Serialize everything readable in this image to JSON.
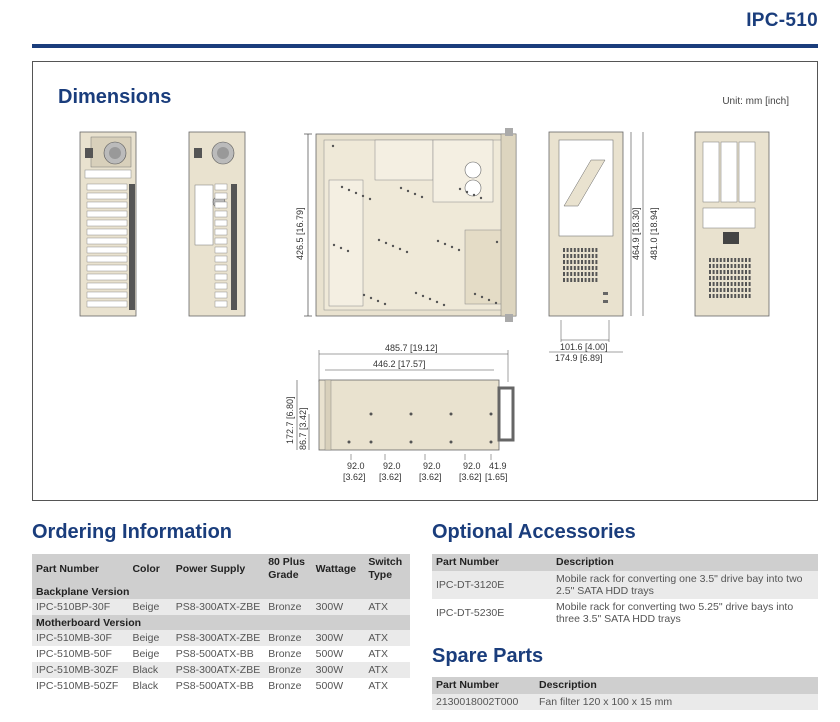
{
  "header": {
    "model": "IPC-510"
  },
  "dimensions": {
    "title": "Dimensions",
    "unit": "Unit: mm [inch]",
    "labels": {
      "height_side": "426.5 [16.79]",
      "total_width": "485.7 [19.12]",
      "inner_width": "446.2 [17.57]",
      "height_total": "172.7 [6.80]",
      "height_inner": "86.7 [3.42]",
      "h_front_1": "464.9 [18.30]",
      "h_front_2": "481.0 [18.94]",
      "w_front_1": "101.6 [4.00]",
      "w_front_2": "174.9 [6.89]",
      "spacing": [
        {
          "mm": "92.0",
          "in": "[3.62]"
        },
        {
          "mm": "92.0",
          "in": "[3.62]"
        },
        {
          "mm": "92.0",
          "in": "[3.62]"
        },
        {
          "mm": "92.0",
          "in": "[3.62]"
        },
        {
          "mm": "41.9",
          "in": "[1.65]"
        }
      ]
    }
  },
  "ordering": {
    "title": "Ordering Information",
    "headers": [
      "Part Number",
      "Color",
      "Power Supply",
      "80 Plus Grade",
      "Wattage",
      "Switch Type"
    ],
    "groups": [
      {
        "name": "Backplane Version",
        "rows": [
          [
            "IPC-510BP-30F",
            "Beige",
            "PS8-300ATX-ZBE",
            "Bronze",
            "300W",
            "ATX"
          ]
        ]
      },
      {
        "name": "Motherboard Version",
        "rows": [
          [
            "IPC-510MB-30F",
            "Beige",
            "PS8-300ATX-ZBE",
            "Bronze",
            "300W",
            "ATX"
          ],
          [
            "IPC-510MB-50F",
            "Beige",
            "PS8-500ATX-BB",
            "Bronze",
            "500W",
            "ATX"
          ],
          [
            "IPC-510MB-30ZF",
            "Black",
            "PS8-300ATX-ZBE",
            "Bronze",
            "300W",
            "ATX"
          ],
          [
            "IPC-510MB-50ZF",
            "Black",
            "PS8-500ATX-BB",
            "Bronze",
            "500W",
            "ATX"
          ]
        ]
      }
    ]
  },
  "accessories": {
    "title": "Optional Accessories",
    "headers": [
      "Part Number",
      "Description"
    ],
    "rows": [
      [
        "IPC-DT-3120E",
        "Mobile rack for converting one 3.5\" drive bay into two 2.5\" SATA HDD trays"
      ],
      [
        "IPC-DT-5230E",
        "Mobile rack for converting two 5.25\" drive bays into three 3.5\" SATA HDD trays"
      ]
    ]
  },
  "spare": {
    "title": "Spare Parts",
    "headers": [
      "Part Number",
      "Description"
    ],
    "rows": [
      [
        "2130018002T000",
        "Fan filter 120 x 100 x 15 mm"
      ]
    ]
  },
  "colors": {
    "brand": "#1a3d7c",
    "header_gray": "#cfcfcf",
    "row_alt": "#eaeaea",
    "chassis": "#e9e2cf"
  }
}
